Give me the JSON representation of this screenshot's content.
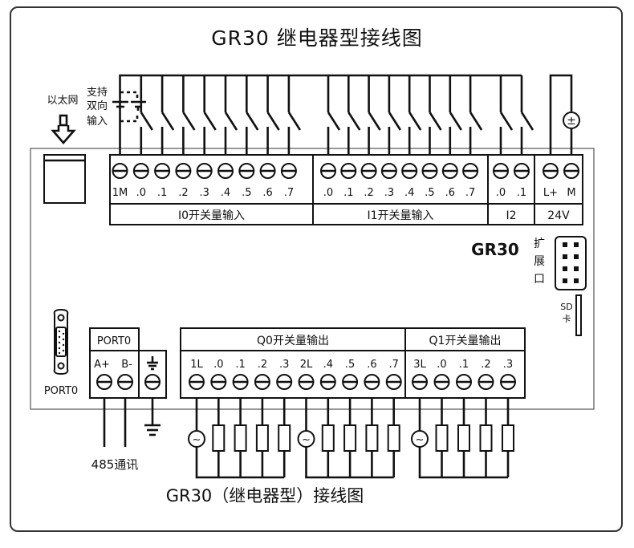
{
  "title": "GR30 继电器型接线图",
  "caption": "GR30（继电器型）接线图",
  "model_label": "GR30",
  "ethernet": {
    "label": "以太网"
  },
  "bidirectional_note": [
    "支持",
    "双向",
    "输入"
  ],
  "expansion_port": {
    "label": [
      "扩",
      "展",
      "口"
    ]
  },
  "sd_card": {
    "label": [
      "SD",
      "卡"
    ]
  },
  "rs485_port": {
    "connector_label": "PORT0",
    "terminal_header": "PORT0",
    "terminals": [
      "A+",
      "B-"
    ],
    "comm_label": "485通讯"
  },
  "input_groups": [
    {
      "name": "I0开关量输入",
      "terminals": [
        "1M",
        ".0",
        ".1",
        ".2",
        ".3",
        ".4",
        ".5",
        ".6",
        ".7"
      ]
    },
    {
      "name": "I1开关量输入",
      "terminals": [
        ".0",
        ".1",
        ".2",
        ".3",
        ".4",
        ".5",
        ".6",
        ".7"
      ]
    },
    {
      "name": "I2",
      "terminals": [
        ".0",
        ".1"
      ]
    },
    {
      "name": "24V",
      "terminals": [
        "L+",
        "M"
      ]
    }
  ],
  "output_groups": [
    {
      "name": "Q0开关量输出",
      "terminals": [
        "1L",
        ".0",
        ".1",
        ".2",
        ".3",
        "2L",
        ".4",
        ".5",
        ".6",
        ".7"
      ]
    },
    {
      "name": "Q1开关量输出",
      "terminals": [
        "3L",
        ".0",
        ".1",
        ".2",
        ".3"
      ]
    }
  ],
  "power_symbol": "±",
  "ac_symbol": "~"
}
